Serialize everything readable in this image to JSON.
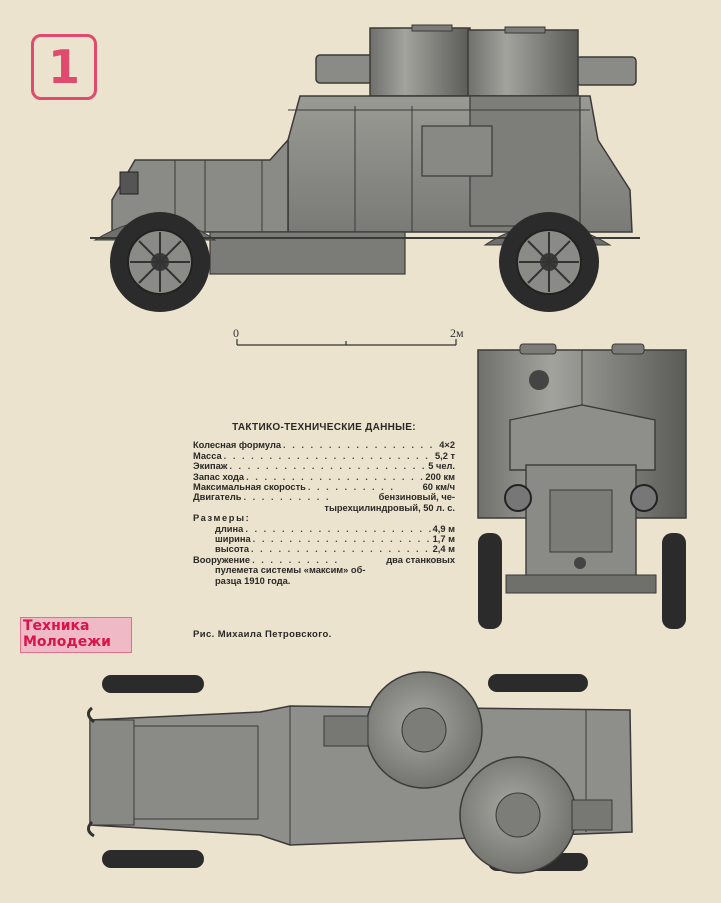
{
  "figure_number": "1",
  "scale": {
    "start": "0",
    "end": "2м"
  },
  "specs": {
    "title": "ТАКТИКО-ТЕХНИЧЕСКИЕ ДАННЫЕ:",
    "wheel_formula": {
      "label": "Колесная формула",
      "value": "4×2"
    },
    "mass": {
      "label": "Масса",
      "value": "5,2 т"
    },
    "crew": {
      "label": "Экипаж",
      "value": "5 чел."
    },
    "range": {
      "label": "Запас хода",
      "value": "200 км"
    },
    "max_speed": {
      "label": "Максимальная скорость",
      "value": "60 км/ч"
    },
    "engine": {
      "label": "Двигатель",
      "value_line1": "бензиновый, че-",
      "value_line2": "тырехцилиндровый, 50 л. с."
    },
    "dimensions": {
      "label": "Размеры:",
      "length": {
        "label": "длина",
        "value": "4,9 м"
      },
      "width": {
        "label": "ширина",
        "value": "1,7 м"
      },
      "height": {
        "label": "высота",
        "value": "2,4 м"
      }
    },
    "armament": {
      "label": "Вооружение",
      "value_line1": "два станковых",
      "value_line2": "пулемета системы «максим» об-",
      "value_line3": "разца 1910 года."
    }
  },
  "logo": {
    "line1": "Техника",
    "line2": "Молодежи",
    "color": "#d8144a"
  },
  "credit": "Рис. Михаила Петровского.",
  "colors": {
    "armor": "#8e8e8a",
    "armor_dark": "#5e5e5a",
    "tire": "#2b2b2b",
    "paper": "#ece3cf",
    "accent": "#e04a6e"
  }
}
